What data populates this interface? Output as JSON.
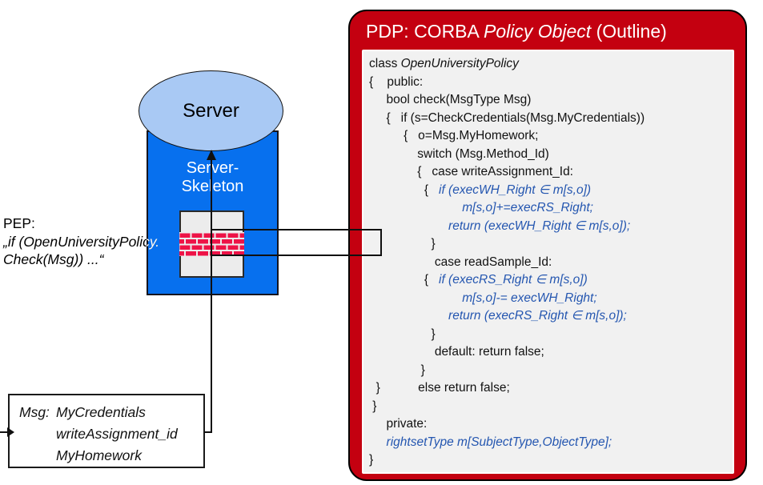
{
  "colors": {
    "pdp_red": "#c40010",
    "brick_red": "#ee1347",
    "server_box_blue": "#0770ee",
    "ellipse_light_blue": "#a9c9f4",
    "code_blue": "#2456b0",
    "code_box_gray": "#f1f1f1"
  },
  "server": {
    "label": "Server",
    "skeleton_line1": "Server-",
    "skeleton_line2": "Skeleton"
  },
  "pep": {
    "label": "PEP:",
    "line2": "„if (OpenUniversityPolicy.",
    "line3": "Check(Msg)) ...“"
  },
  "msg_box": {
    "label": "Msg:",
    "values": [
      "MyCredentials",
      "writeAssignment_id",
      "MyHomework"
    ]
  },
  "pdp": {
    "title": {
      "prefix": "PDP: CORBA ",
      "italic": "Policy Object",
      "suffix": " (Outline)"
    },
    "code_lines": [
      {
        "segments": [
          {
            "t": "class ",
            "s": "k"
          },
          {
            "t": "OpenUniversityPolicy",
            "s": "ki"
          }
        ]
      },
      {
        "segments": [
          {
            "t": "{    public:",
            "s": "k"
          }
        ]
      },
      {
        "segments": [
          {
            "t": "     bool check(MsgType Msg)",
            "s": "k"
          }
        ]
      },
      {
        "segments": [
          {
            "t": "     {   if (s=CheckCredentials(Msg.MyCredentials))",
            "s": "k"
          }
        ]
      },
      {
        "segments": [
          {
            "t": "          {   o=Msg.MyHomework;",
            "s": "k"
          }
        ]
      },
      {
        "segments": [
          {
            "t": "              switch (Msg.Method_Id)",
            "s": "k"
          }
        ]
      },
      {
        "segments": [
          {
            "t": "              {   case writeAssignment_Id:",
            "s": "k"
          }
        ]
      },
      {
        "segments": [
          {
            "t": "                {   ",
            "s": "k"
          },
          {
            "t": "if (execWH_Right ∈ m[s,o])",
            "s": "b"
          }
        ]
      },
      {
        "segments": [
          {
            "t": "                           m[s,o]+=execRS_Right;",
            "s": "b"
          }
        ]
      },
      {
        "segments": [
          {
            "t": "                       return (execWH_Right ∈ m[s,o]);",
            "s": "b"
          }
        ]
      },
      {
        "segments": [
          {
            "t": "                  }",
            "s": "k"
          }
        ]
      },
      {
        "segments": [
          {
            "t": "                   case readSample_Id:",
            "s": "k"
          }
        ]
      },
      {
        "segments": [
          {
            "t": "                {   ",
            "s": "k"
          },
          {
            "t": "if (execRS_Right ∈ m[s,o])",
            "s": "b"
          }
        ]
      },
      {
        "segments": [
          {
            "t": "                           m[s,o]-= execWH_Right;",
            "s": "b"
          }
        ]
      },
      {
        "segments": [
          {
            "t": "                       return (execRS_Right ∈ m[s,o]);",
            "s": "b"
          }
        ]
      },
      {
        "segments": [
          {
            "t": "                  }",
            "s": "k"
          }
        ]
      },
      {
        "segments": [
          {
            "t": "                   default: return false;",
            "s": "k"
          }
        ]
      },
      {
        "segments": [
          {
            "t": "               }",
            "s": "k"
          }
        ]
      },
      {
        "segments": [
          {
            "t": "  }           else return false;",
            "s": "k"
          }
        ]
      },
      {
        "segments": [
          {
            "t": " }",
            "s": "k"
          }
        ]
      },
      {
        "segments": [
          {
            "t": "     private:",
            "s": "k"
          }
        ]
      },
      {
        "segments": [
          {
            "t": "     ",
            "s": "k"
          },
          {
            "t": "rightsetType m[SubjectType,ObjectType];",
            "s": "b"
          }
        ]
      },
      {
        "segments": [
          {
            "t": "}",
            "s": "k"
          }
        ]
      }
    ]
  }
}
